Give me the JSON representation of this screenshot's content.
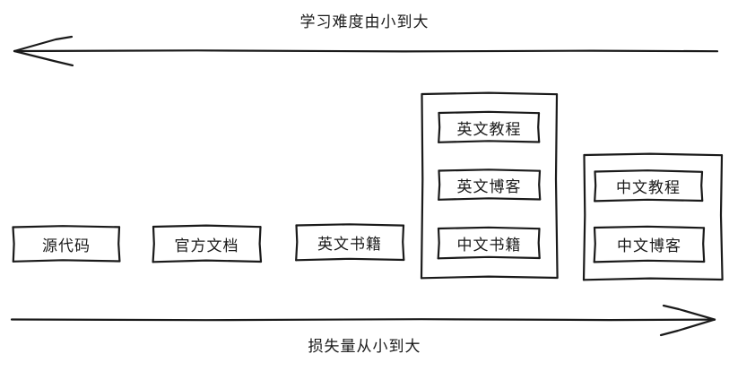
{
  "diagram": {
    "top_axis": {
      "label": "学习难度由小到大",
      "direction": "left",
      "arrow_name": "difficulty-axis-arrow"
    },
    "bottom_axis": {
      "label": "损失量从小到大",
      "direction": "right",
      "arrow_name": "loss-axis-arrow"
    },
    "nodes": [
      {
        "id": "source-code",
        "label": "源代码"
      },
      {
        "id": "official-docs",
        "label": "官方文档"
      },
      {
        "id": "english-books",
        "label": "英文书籍"
      },
      {
        "id": "english-tutorial",
        "label": "英文教程"
      },
      {
        "id": "english-blog",
        "label": "英文博客"
      },
      {
        "id": "chinese-books",
        "label": "中文书籍"
      },
      {
        "id": "chinese-tutorial",
        "label": "中文教程"
      },
      {
        "id": "chinese-blog",
        "label": "中文博客"
      }
    ],
    "groups": [
      {
        "id": "english-group",
        "members": [
          "英文教程",
          "英文博客",
          "中文书籍"
        ]
      },
      {
        "id": "chinese-group",
        "members": [
          "中文教程",
          "中文博客"
        ]
      }
    ],
    "colors": {
      "stroke": "#1a1a1a",
      "background": "#ffffff",
      "text": "#1a1a1a"
    }
  }
}
